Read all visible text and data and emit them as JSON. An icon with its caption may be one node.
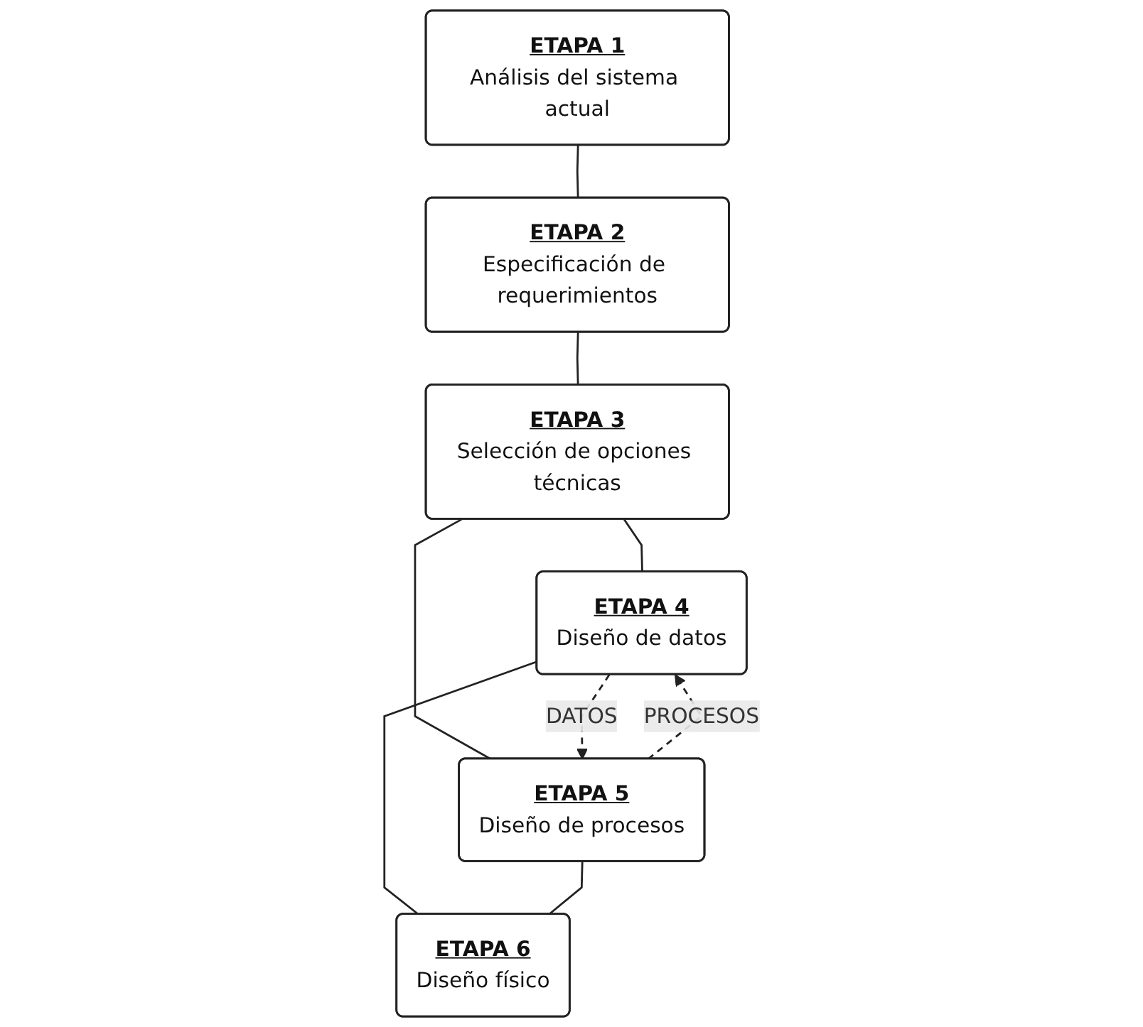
{
  "diagram": {
    "nodes": [
      {
        "text": [
          "ETAPA 1",
          "Análisis del sistema actual"
        ]
      },
      {
        "text": [
          "ETAPA 2",
          "Especificación de requerimientos"
        ]
      },
      {
        "text": [
          "ETAPA 3",
          "Selección de opciones técnicas"
        ]
      },
      {
        "text": [
          "ETAPA 4",
          "Diseño de datos"
        ]
      },
      {
        "text": [
          "ETAPA 5",
          "Diseño de procesos"
        ]
      },
      {
        "text": [
          "ETAPA 6",
          "Diseño físico"
        ]
      }
    ],
    "edges": [
      {
        "from": 0,
        "to": 1,
        "arrow": "none"
      },
      {
        "from": 1,
        "to": 2,
        "arrow": "none"
      },
      {
        "from": 2,
        "to": 3,
        "arrow": "none"
      },
      {
        "from": 2,
        "to": 4,
        "arrow": "none"
      },
      {
        "from": 4,
        "to": 3,
        "arrow": "to",
        "label": "PROCESOS",
        "style": "dashed"
      },
      {
        "from": 3,
        "to": 4,
        "arrow": "to",
        "label": "DATOS",
        "style": "dashed"
      },
      {
        "from": 3,
        "to": 5,
        "arrow": "none"
      },
      {
        "from": 4,
        "to": 5,
        "arrow": "none"
      }
    ]
  }
}
